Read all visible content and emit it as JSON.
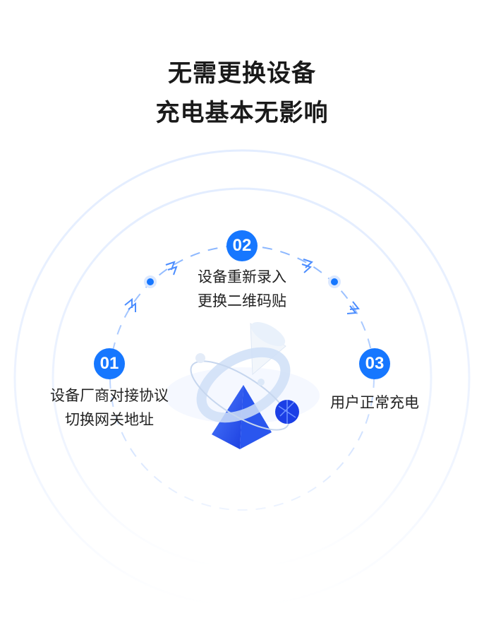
{
  "header": {
    "line1": "无需更换设备",
    "line2": "充电基本无影响"
  },
  "steps": [
    {
      "number": "01",
      "line1": "设备厂商对接协议",
      "line2": "切换网关地址"
    },
    {
      "number": "02",
      "line1": "设备重新录入",
      "line2": "更换二维码贴"
    },
    {
      "number": "03",
      "line1": "用户正常充电",
      "line2": ""
    }
  ],
  "colors": {
    "accent": "#1677ff",
    "ring": "#e6efff",
    "dash": "#9cc1ff"
  }
}
